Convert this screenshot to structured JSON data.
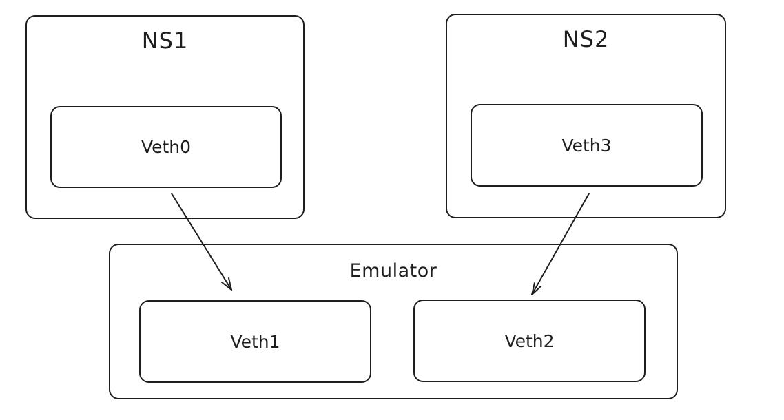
{
  "namespaces": [
    {
      "title": "NS1",
      "interface": "Veth0"
    },
    {
      "title": "NS2",
      "interface": "Veth3"
    }
  ],
  "emulator": {
    "title": "Emulator",
    "interfaces": [
      "Veth1",
      "Veth2"
    ]
  },
  "connections": [
    {
      "from": "Veth0",
      "to": "Veth1"
    },
    {
      "from": "Veth3",
      "to": "Veth2"
    }
  ],
  "colors": {
    "stroke": "#1e1e1e",
    "background": "#ffffff"
  }
}
